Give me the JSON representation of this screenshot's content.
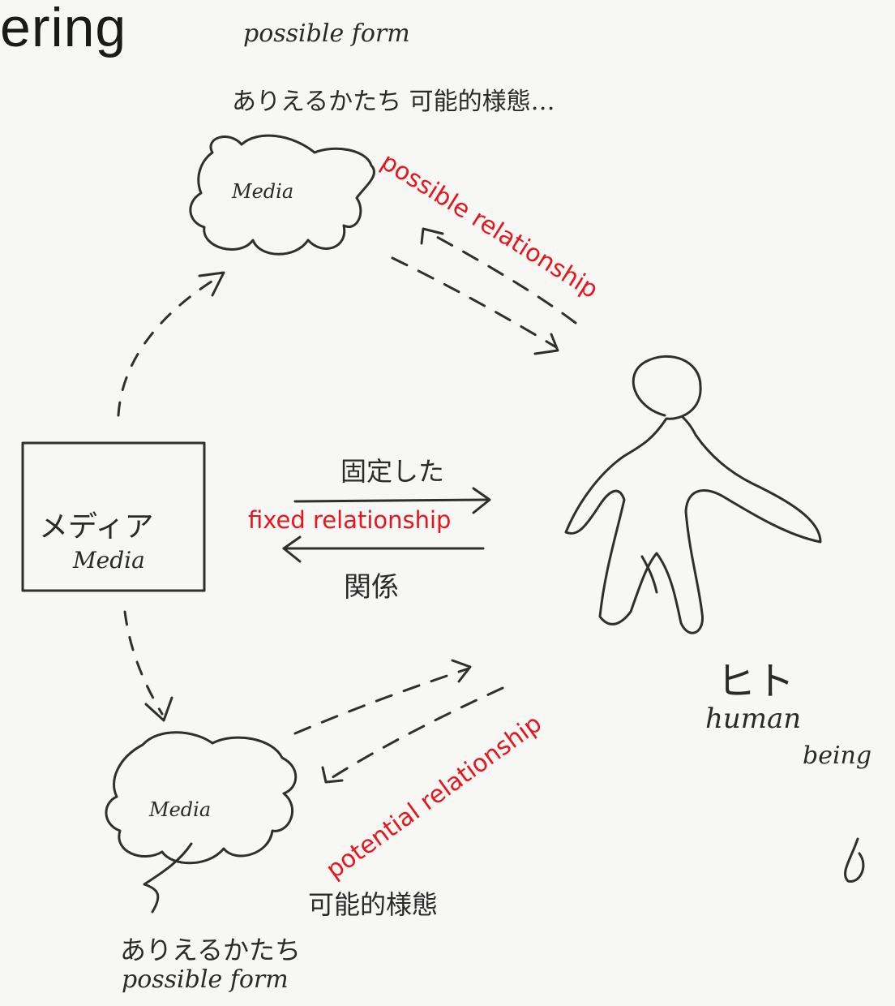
{
  "title_fragment": "ering",
  "top_cloud": {
    "label": "Media",
    "note_en": "possible form",
    "note_ja": "ありえるかたち 可能的様態…"
  },
  "media_box": {
    "label_ja": "メディア",
    "label_en": "Media"
  },
  "bottom_cloud": {
    "label": "Media",
    "note_ja_right": "可能的様態",
    "note_ja": "ありえるかたち",
    "note_en": "possible form"
  },
  "human": {
    "label_ja": "ヒト",
    "label_en_1": "human",
    "label_en_2": "being"
  },
  "relations": {
    "possible": "possible relationship",
    "fixed": "fixed relationship",
    "fixed_ja_top": "固定した",
    "fixed_ja_bottom": "関係",
    "potential": "potential relationship"
  },
  "colors": {
    "ink": "#2a2a2a",
    "annotation": "#e8161c",
    "paper": "#f7f7f5"
  }
}
